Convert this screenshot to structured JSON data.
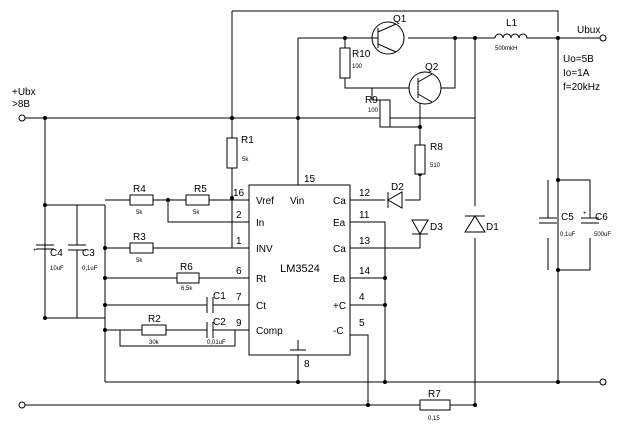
{
  "input": {
    "name": "+Ubx",
    "voltage": ">8B"
  },
  "output": {
    "name": "Ubux",
    "spec1": "Uo=5B",
    "spec2": "Io=1A",
    "spec3": "f=20kHz"
  },
  "ic": {
    "name": "LM3524",
    "pins_left": [
      {
        "num": "16",
        "label": "Vref"
      },
      {
        "num": "2",
        "label": "In"
      },
      {
        "num": "1",
        "label": "INV"
      },
      {
        "num": "6",
        "label": "Rt"
      },
      {
        "num": "7",
        "label": "Ct"
      },
      {
        "num": "9",
        "label": "Comp"
      }
    ],
    "pins_right": [
      {
        "num": "12",
        "label": "Ca"
      },
      {
        "num": "11",
        "label": "Ea"
      },
      {
        "num": "13",
        "label": "Ca"
      },
      {
        "num": "14",
        "label": "Ea"
      },
      {
        "num": "4",
        "label": "+C"
      },
      {
        "num": "5",
        "label": "-C"
      }
    ],
    "pin_top": {
      "num": "15",
      "label": "Vin"
    },
    "pin_bottom": {
      "num": "8"
    }
  },
  "components": {
    "R1": {
      "name": "R1",
      "value": "5k"
    },
    "R2": {
      "name": "R2",
      "value": "30k"
    },
    "R3": {
      "name": "R3",
      "value": "5k"
    },
    "R4": {
      "name": "R4",
      "value": "5k"
    },
    "R5": {
      "name": "R5",
      "value": "5k"
    },
    "R6": {
      "name": "R6",
      "value": "6,5k"
    },
    "R7": {
      "name": "R7",
      "value": "0,15"
    },
    "R8": {
      "name": "R8",
      "value": "510"
    },
    "R9": {
      "name": "R9",
      "value": "100"
    },
    "R10": {
      "name": "R10",
      "value": "100"
    },
    "C1": {
      "name": "C1",
      "value": ""
    },
    "C2": {
      "name": "C2",
      "value": "0,01uF"
    },
    "C3": {
      "name": "C3",
      "value": "0,1uF"
    },
    "C4": {
      "name": "C4",
      "value": "10uF"
    },
    "C5": {
      "name": "C5",
      "value": "0,1uF"
    },
    "C6": {
      "name": "C6",
      "value": "500uF"
    },
    "L1": {
      "name": "L1",
      "value": "500mkH"
    },
    "D1": {
      "name": "D1"
    },
    "D2": {
      "name": "D2"
    },
    "D3": {
      "name": "D3"
    },
    "Q1": {
      "name": "Q1"
    },
    "Q2": {
      "name": "Q2"
    }
  },
  "polarity_mark": "+"
}
